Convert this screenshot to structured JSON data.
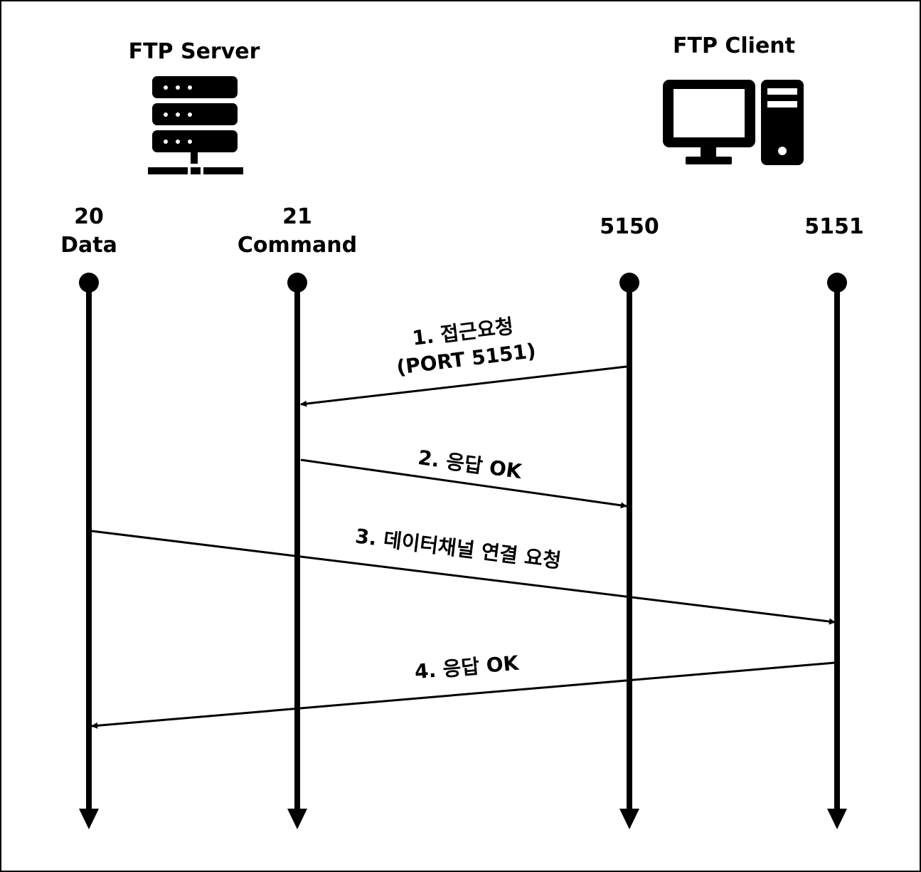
{
  "colors": {
    "ink": "#000000",
    "background": "#ffffff"
  },
  "server": {
    "title": "FTP Server",
    "icon": "server-icon"
  },
  "client": {
    "title": "FTP Client",
    "icon": "desktop-computer-icon"
  },
  "lifelines": [
    {
      "id": "data",
      "port": "20",
      "role": "Data"
    },
    {
      "id": "command",
      "port": "21",
      "role": "Command"
    },
    {
      "id": "client-5150",
      "port": "5150",
      "role": ""
    },
    {
      "id": "client-5151",
      "port": "5151",
      "role": ""
    }
  ],
  "messages": [
    {
      "step": "1",
      "from": "client-5150",
      "to": "command",
      "lines": [
        "1. 접근요청",
        "(PORT 5151)"
      ]
    },
    {
      "step": "2",
      "from": "command",
      "to": "client-5150",
      "lines": [
        "2. 응답 OK"
      ]
    },
    {
      "step": "3",
      "from": "data",
      "to": "client-5151",
      "lines": [
        "3. 데이터채널 연결 요청"
      ]
    },
    {
      "step": "4",
      "from": "client-5151",
      "to": "data",
      "lines": [
        "4. 응답 OK"
      ]
    }
  ]
}
